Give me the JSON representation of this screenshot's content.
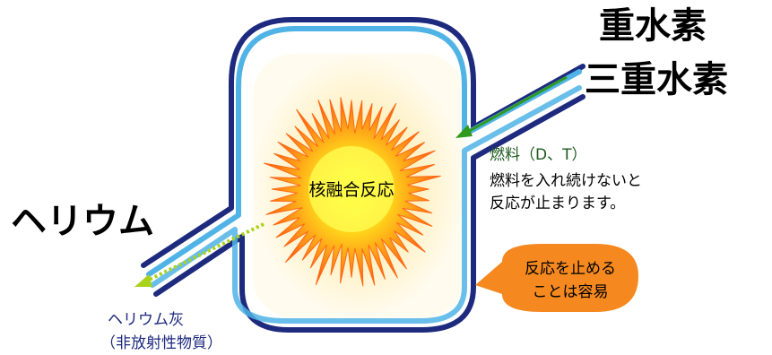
{
  "inputs": {
    "deuterium": "重水素",
    "tritium": "三重水素"
  },
  "output": {
    "helium": "ヘリウム",
    "helium_ash_line1": "ヘリウム灰",
    "helium_ash_line2": "（非放射性物質）"
  },
  "core": {
    "label": "核融合反応"
  },
  "fuel": {
    "title": "燃料（D、T）",
    "note_line1": "燃料を入れ続けないと",
    "note_line2": "反応が止まります。"
  },
  "callout": {
    "line1": "反応を止める",
    "line2": "ことは容易"
  },
  "colors": {
    "vessel_outer": "#1d2a7e",
    "vessel_inner": "#4fb3e6",
    "fuel_arrow": "#2f9a1e",
    "helium_arrow": "#a9d21a",
    "core_center": "#ffff22",
    "core_burst": "#ff5a10",
    "callout_fill": "#f5891f",
    "fuel_text": "#1d5a1d",
    "ash_text": "#1d2a7e"
  }
}
